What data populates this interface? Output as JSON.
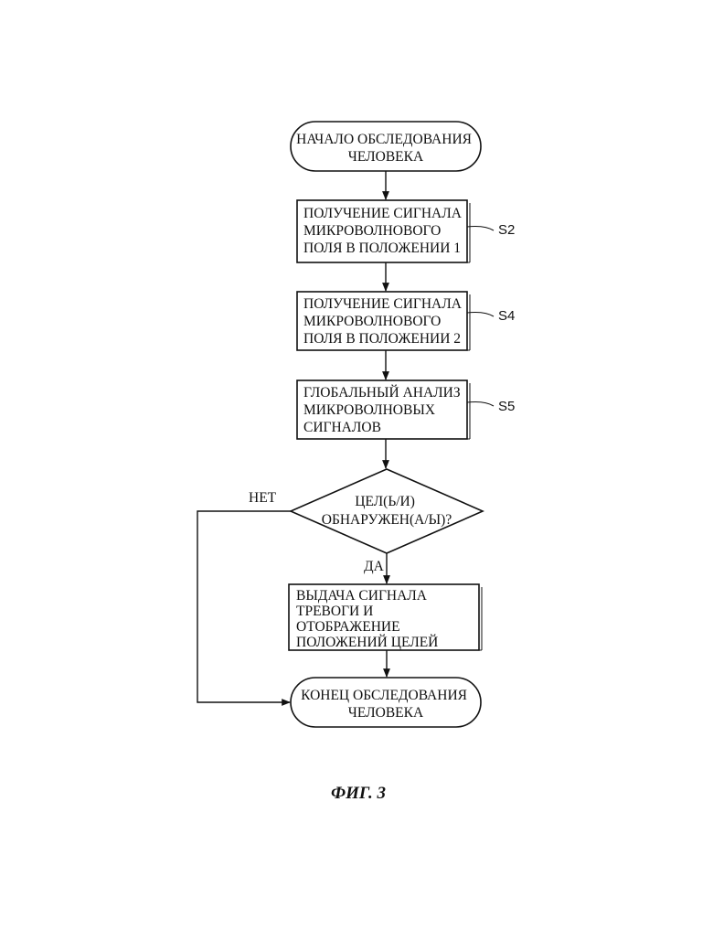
{
  "flowchart": {
    "start": {
      "lines": [
        "НАЧАЛО ОБСЛЕДОВАНИЯ",
        "ЧЕЛОВЕКА"
      ]
    },
    "step_s2": {
      "label": "S2",
      "lines": [
        "ПОЛУЧЕНИЕ СИГНАЛА",
        "МИКРОВОЛНОВОГО",
        "ПОЛЯ В ПОЛОЖЕНИИ 1"
      ]
    },
    "step_s4": {
      "label": "S4",
      "lines": [
        "ПОЛУЧЕНИЕ СИГНАЛА",
        "МИКРОВОЛНОВОГО",
        "ПОЛЯ В ПОЛОЖЕНИИ 2"
      ]
    },
    "step_s5": {
      "label": "S5",
      "lines": [
        "ГЛОБАЛЬНЫЙ АНАЛИЗ",
        "МИКРОВОЛНОВЫХ",
        "СИГНАЛОВ"
      ]
    },
    "decision": {
      "lines": [
        "ЦЕЛ(Ь/И)",
        "ОБНАРУЖЕН(А/Ы)?"
      ],
      "yes_label": "ДА",
      "no_label": "НЕТ"
    },
    "alarm": {
      "lines": [
        "ВЫДАЧА СИГНАЛА",
        "ТРЕВОГИ И",
        "ОТОБРАЖЕНИЕ",
        "ПОЛОЖЕНИЙ ЦЕЛЕЙ"
      ]
    },
    "end": {
      "lines": [
        "КОНЕЦ ОБСЛЕДОВАНИЯ",
        "ЧЕЛОВЕКА"
      ]
    }
  },
  "caption": "ФИГ. 3"
}
